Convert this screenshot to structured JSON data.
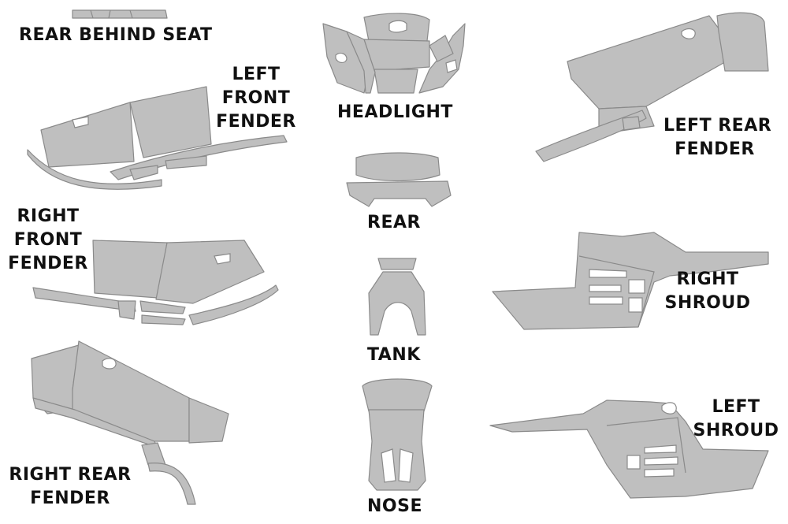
{
  "diagram": {
    "background": "#ffffff",
    "piece_fill": "#bfbfbf",
    "piece_outline": "#8a8a8a",
    "label_color": "#111111",
    "labels": {
      "rear_behind_seat": [
        "REAR BEHIND SEAT"
      ],
      "left_front_fender": [
        "LEFT",
        "FRONT",
        "FENDER"
      ],
      "headlight": [
        "HEADLIGHT"
      ],
      "left_rear_fender": [
        "LEFT REAR",
        "FENDER"
      ],
      "rear": [
        "REAR"
      ],
      "right_front_fender": [
        "RIGHT",
        "FRONT",
        "FENDER"
      ],
      "right_shroud": [
        "RIGHT",
        "SHROUD"
      ],
      "tank": [
        "TANK"
      ],
      "right_rear_fender": [
        "RIGHT REAR",
        "FENDER"
      ],
      "nose": [
        "NOSE"
      ],
      "left_shroud": [
        "LEFT",
        "SHROUD"
      ]
    }
  }
}
